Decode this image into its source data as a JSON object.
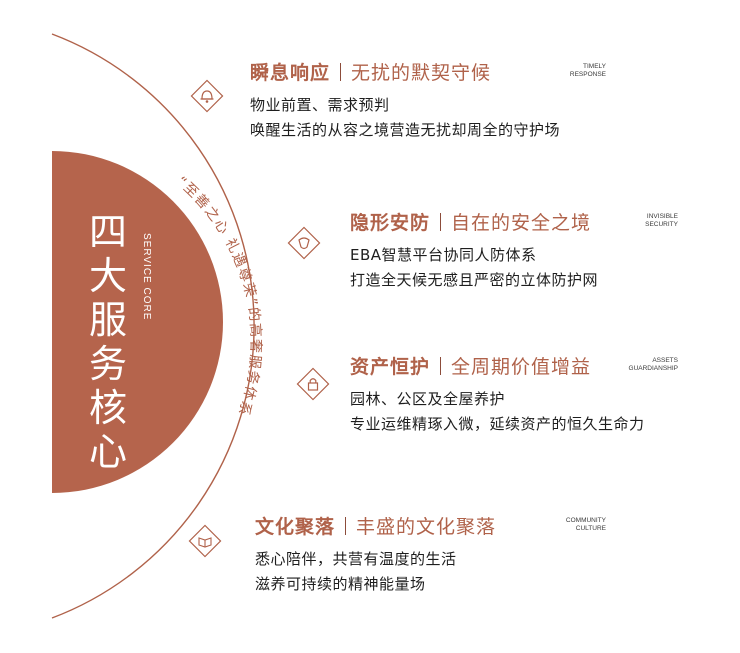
{
  "core": {
    "title": "四\n大\n服\n务\n核\n心",
    "title_en": "SERVICE CORE",
    "slogan": "“至善之心 礼遇尊荣”的高奢服务体系"
  },
  "colors": {
    "accent": "#b0624a",
    "core_fill": "#b5644c",
    "text": "#1e1e1e"
  },
  "items": [
    {
      "icon": "bell-icon",
      "title": "瞬息响应",
      "subtitle": "无扰的默契守候",
      "tag_en": "TIMELY\nRESPONSE",
      "lines": [
        "物业前置、需求预判",
        "唤醒生活的从容之境营造无扰却周全的守护场"
      ]
    },
    {
      "icon": "shield-icon",
      "title": "隐形安防",
      "subtitle": "自在的安全之境",
      "tag_en": "INVISIBLE\nSECURITY",
      "lines": [
        "EBA智慧平台协同人防体系",
        "打造全天候无感且严密的立体防护网"
      ]
    },
    {
      "icon": "lock-icon",
      "title": "资产恒护",
      "subtitle": "全周期价值增益",
      "tag_en": "ASSETS\nGUARDIANSHIP",
      "lines": [
        "园林、公区及全屋养护",
        "专业运维精琢入微，延续资产的恒久生命力"
      ]
    },
    {
      "icon": "book-icon",
      "title": "文化聚落",
      "subtitle": "丰盛的文化聚落",
      "tag_en": "COMMUNITY\nCULTURE",
      "lines": [
        "悉心陪伴，共营有温度的生活",
        "滋养可持续的精神能量场"
      ]
    }
  ]
}
